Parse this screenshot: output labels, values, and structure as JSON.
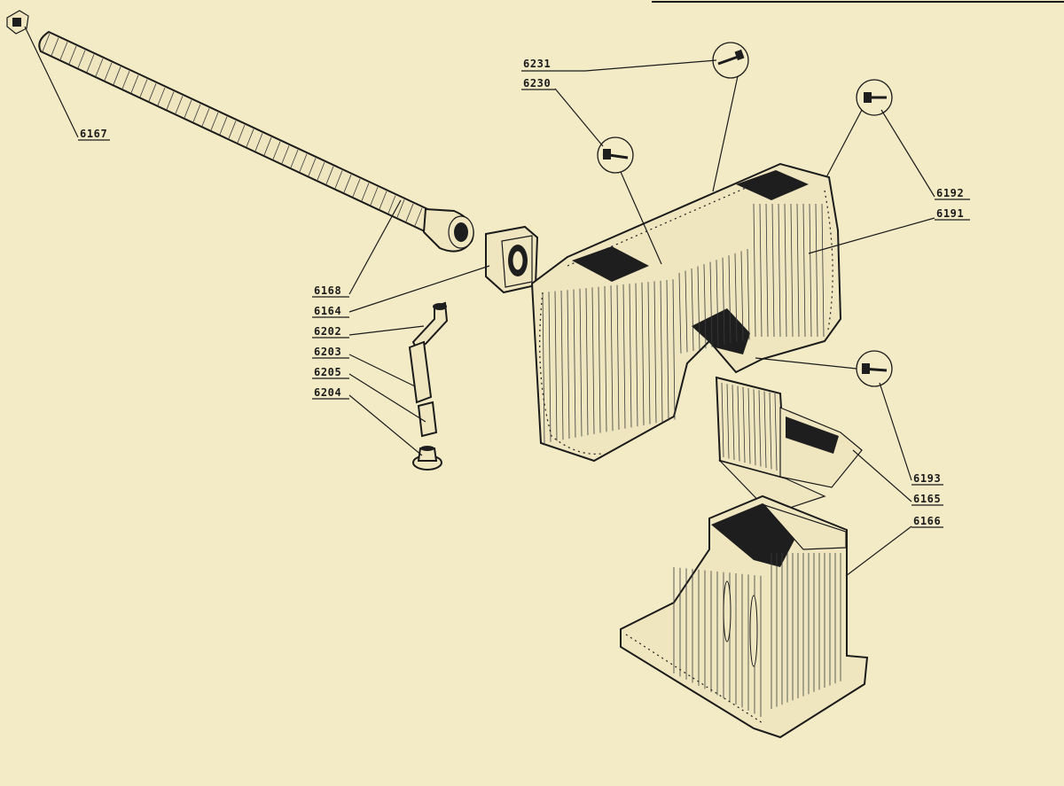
{
  "diagram": {
    "border_color": "#1b1b1b",
    "paper_color": "#f3ebc6",
    "parts": [
      {
        "id": "p6167",
        "number": "6167",
        "description": "flexible-hose-connector-icon"
      },
      {
        "id": "p6168",
        "number": "6168",
        "description": "flexible-hose-icon"
      },
      {
        "id": "p6164",
        "number": "6164",
        "description": "hose-flange-icon"
      },
      {
        "id": "p6202",
        "number": "6202",
        "description": "bent-drain-pipe-icon"
      },
      {
        "id": "p6203",
        "number": "6203",
        "description": "rubber-sleeve-icon"
      },
      {
        "id": "p6205",
        "number": "6205",
        "description": "short-tube-icon"
      },
      {
        "id": "p6204",
        "number": "6204",
        "description": "drain-nipple-icon"
      },
      {
        "id": "p6231",
        "number": "6231",
        "description": "bolt-icon"
      },
      {
        "id": "p6230",
        "number": "6230",
        "description": "bolt-icon"
      },
      {
        "id": "p6192",
        "number": "6192",
        "description": "bolt-icon"
      },
      {
        "id": "p6191",
        "number": "6191",
        "description": "air-duct-housing-icon"
      },
      {
        "id": "p6193",
        "number": "6193",
        "description": "bolt-icon"
      },
      {
        "id": "p6165",
        "number": "6165",
        "description": "duct-flap-icon"
      },
      {
        "id": "p6166",
        "number": "6166",
        "description": "duct-base-icon"
      }
    ]
  }
}
